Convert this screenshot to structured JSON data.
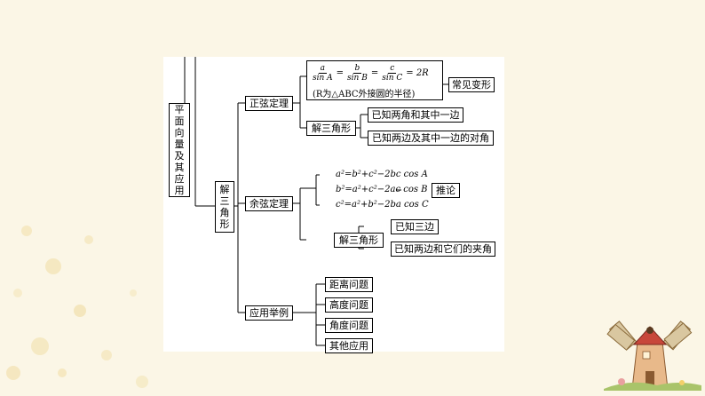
{
  "root": {
    "label": "平面向量及其应用",
    "chars": [
      "平",
      "面",
      "向",
      "量",
      "及",
      "其",
      "应",
      "用"
    ]
  },
  "branch": {
    "label": "解三角形",
    "chars": [
      "解",
      "三",
      "角",
      "形"
    ]
  },
  "sine": {
    "title": "正弦定理",
    "formula": {
      "f1_num": "a",
      "f1_den": "sin A",
      "f2_num": "b",
      "f2_den": "sin B",
      "f3_num": "c",
      "f3_den": "sin C",
      "eq": "=",
      "rhs": "= 2R",
      "note": "(R为△ABC外接圆的半径)"
    },
    "transform": "常见变形",
    "solve": "解三角形",
    "cases": [
      "已知两角和其中一边",
      "已知两边及其中一边的对角"
    ]
  },
  "cosine": {
    "title": "余弦定理",
    "formulas": [
      "a²=b²+c²−2bc cos A",
      "b²=a²+c²−2ac cos B",
      "c²=a²+b²−2ba cos C"
    ],
    "corollary": "推论",
    "solve": "解三角形",
    "cases": [
      "已知三边",
      "已知两边和它们的夹角"
    ]
  },
  "application": {
    "title": "应用举例",
    "items": [
      "距离问题",
      "高度问题",
      "角度问题",
      "其他应用"
    ]
  }
}
